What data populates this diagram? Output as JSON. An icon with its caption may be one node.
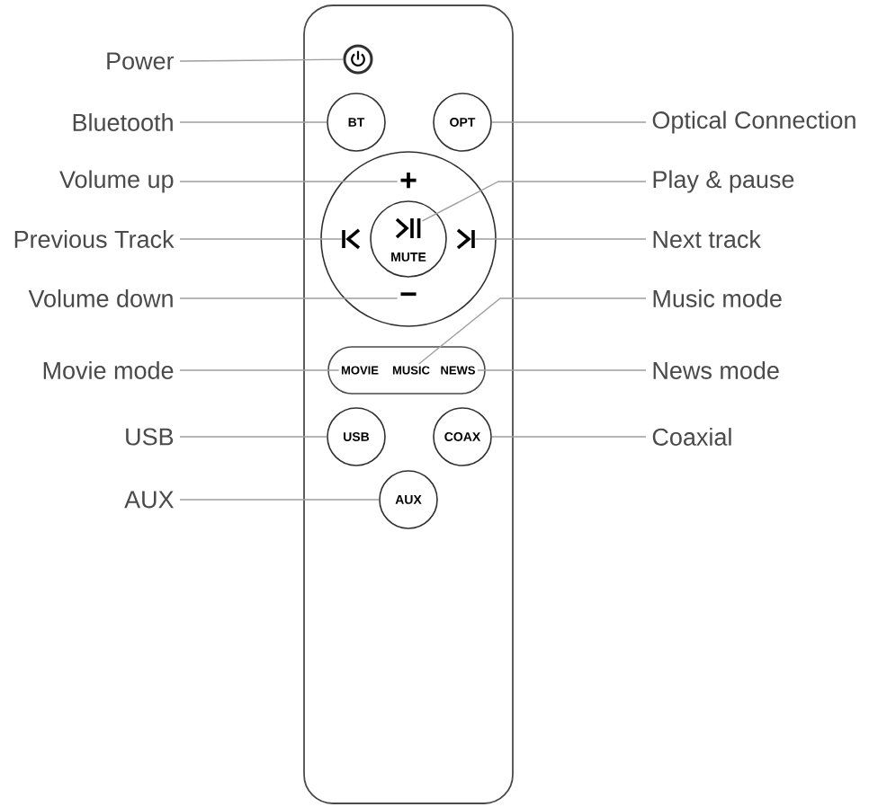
{
  "diagram": {
    "nodes": [
      {
        "text": [],
        "shape": "box"
      },
      {
        "text": [],
        "shape": "circle",
        "in": 0
      },
      {
        "text": [
          "BT"
        ],
        "in": 0
      },
      {
        "text": [
          "OPT"
        ],
        "in": 0
      },
      {
        "text": [],
        "shape": "circle",
        "in": 0
      },
      {
        "text": [
          "+"
        ],
        "in": 4
      },
      {
        "text": [],
        "shape": "picture",
        "in": 4
      },
      {
        "text": [
          "MUTE"
        ],
        "in": 4
      },
      {
        "text": [],
        "shape": "picture",
        "in": 7
      },
      {
        "text": [],
        "shape": "picture",
        "in": 4
      },
      {
        "text": [
          "−"
        ],
        "in": 4
      },
      {
        "text": [],
        "shape": "box",
        "in": 0
      },
      {
        "text": [
          "MOVIE"
        ],
        "in": 11
      },
      {
        "text": [
          "MUSIC"
        ],
        "in": 11
      },
      {
        "text": [
          "NEWS"
        ],
        "in": 11
      },
      {
        "text": [
          "USB"
        ],
        "in": 0
      },
      {
        "text": [
          "COAX"
        ],
        "in": 0
      },
      {
        "text": [
          "AUX"
        ],
        "in": 0
      },
      {
        "text": [
          "Power"
        ]
      },
      {
        "text": [
          "Bluetooth"
        ]
      },
      {
        "text": [
          "Optical Connection"
        ]
      },
      {
        "text": [
          "Volume up"
        ]
      },
      {
        "text": [
          "Play & pause"
        ]
      },
      {
        "text": [
          "Previous Track"
        ]
      },
      {
        "text": [
          "Next track"
        ]
      },
      {
        "text": [
          "Volume down"
        ]
      },
      {
        "text": [
          "Music mode"
        ]
      },
      {
        "text": [
          "Movie mode"
        ]
      },
      {
        "text": [
          "News mode"
        ]
      },
      {
        "text": [
          "USB"
        ]
      },
      {
        "text": [
          "Coaxial"
        ]
      },
      {
        "text": [
          "AUX"
        ]
      }
    ],
    "edges": [
      {
        "from": 18,
        "to": 1,
        "arrow": "none"
      },
      {
        "from": 19,
        "to": 2,
        "arrow": "none"
      },
      {
        "from": 20,
        "to": 3,
        "arrow": "none"
      },
      {
        "from": 21,
        "to": 5,
        "arrow": "none"
      },
      {
        "from": 22,
        "to": 8,
        "arrow": "none"
      },
      {
        "from": 23,
        "to": 6,
        "arrow": "none"
      },
      {
        "from": 24,
        "to": 9,
        "arrow": "none"
      },
      {
        "from": 25,
        "to": 10,
        "arrow": "none"
      },
      {
        "from": 26,
        "to": 13,
        "arrow": "none"
      },
      {
        "from": 27,
        "to": 12,
        "arrow": "none"
      },
      {
        "from": 28,
        "to": 14,
        "arrow": "none"
      },
      {
        "from": 29,
        "to": 15,
        "arrow": "none"
      },
      {
        "from": 30,
        "to": 16,
        "arrow": "none"
      },
      {
        "from": 31,
        "to": 17,
        "arrow": "none"
      }
    ]
  }
}
